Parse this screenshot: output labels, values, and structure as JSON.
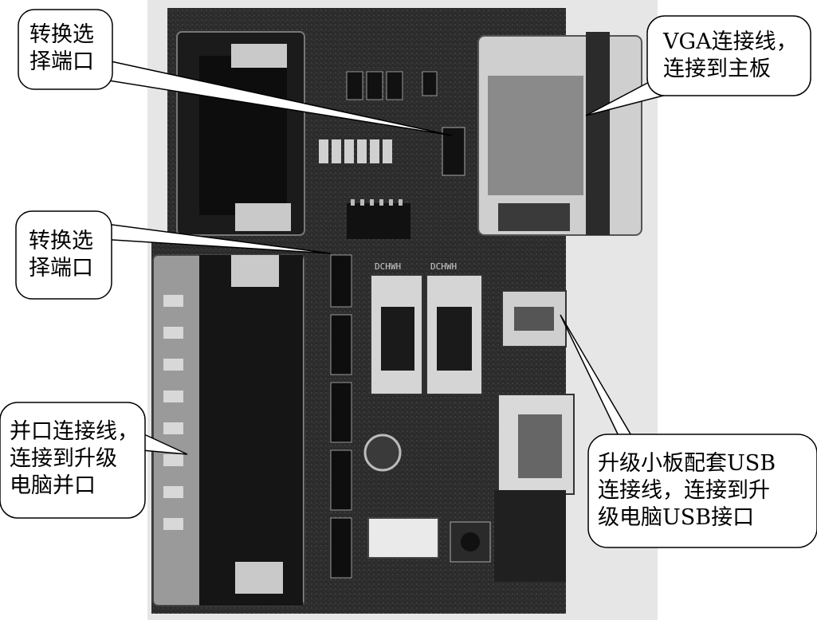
{
  "callouts": {
    "switch_port_top": {
      "line1": "转换选",
      "line2": "择端口"
    },
    "vga_cable": {
      "line1": "VGA连接线，",
      "line2": "连接到主板"
    },
    "switch_port_mid": {
      "line1": "转换选",
      "line2": "择端口"
    },
    "parallel_cable": {
      "line1": "并口连接线，",
      "line2": "连接到升级",
      "line3": "电脑并口"
    },
    "usb_cable": {
      "line1": "升级小板配套USB",
      "line2": "连接线，连接到升",
      "line3": "级电脑USB接口"
    }
  },
  "board_silkscreen": {
    "switch_label_left": "DCHWH",
    "switch_label_right": "DCHWH"
  },
  "colors": {
    "photo_background": "#ededed",
    "pcb_dark": "#2a2a2a",
    "callout_fill": "#ffffff",
    "callout_stroke": "#000000"
  }
}
